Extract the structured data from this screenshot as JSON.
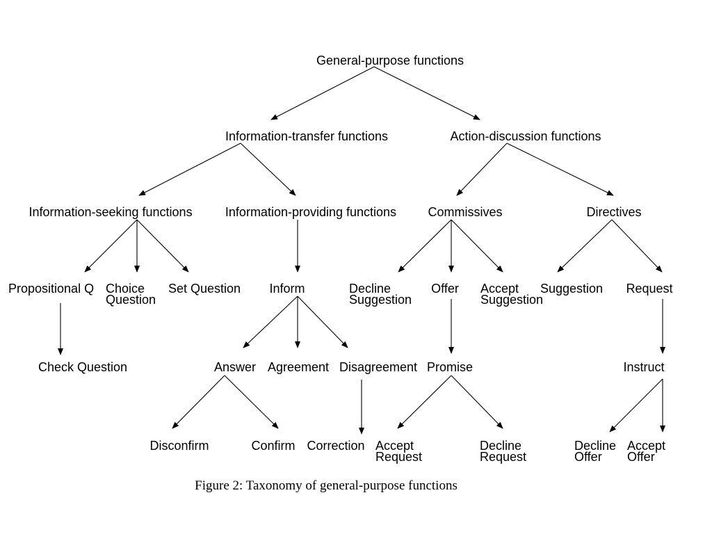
{
  "nodes": {
    "general": [
      "General-purpose functions"
    ],
    "info_transfer": [
      "Information-transfer functions"
    ],
    "action_discussion": [
      "Action-discussion functions"
    ],
    "info_seeking": [
      "Information-seeking functions"
    ],
    "info_providing": [
      "Information-providing functions"
    ],
    "commissives": [
      "Commissives"
    ],
    "directives": [
      "Directives"
    ],
    "propositional_q": [
      "Propositional Q"
    ],
    "choice_question": [
      "Choice",
      "Question"
    ],
    "set_question": [
      "Set Question"
    ],
    "inform": [
      "Inform"
    ],
    "decline_suggestion": [
      "Decline",
      "Suggestion"
    ],
    "offer": [
      "Offer"
    ],
    "accept_suggestion": [
      "Accept",
      "Suggestion"
    ],
    "suggestion": [
      "Suggestion"
    ],
    "request": [
      "Request"
    ],
    "check_question": [
      "Check Question"
    ],
    "answer": [
      "Answer"
    ],
    "agreement": [
      "Agreement"
    ],
    "disagreement": [
      "Disagreement"
    ],
    "promise": [
      "Promise"
    ],
    "instruct": [
      "Instruct"
    ],
    "disconfirm": [
      "Disconfirm"
    ],
    "confirm": [
      "Confirm"
    ],
    "correction": [
      "Correction"
    ],
    "accept_request": [
      "Accept",
      "Request"
    ],
    "decline_request": [
      "Decline",
      "Request"
    ],
    "decline_offer": [
      "Decline",
      "Offer"
    ],
    "accept_offer": [
      "Accept",
      "Offer"
    ]
  },
  "edges": [
    [
      "general",
      "info_transfer"
    ],
    [
      "general",
      "action_discussion"
    ],
    [
      "info_transfer",
      "info_seeking"
    ],
    [
      "info_transfer",
      "info_providing"
    ],
    [
      "action_discussion",
      "commissives"
    ],
    [
      "action_discussion",
      "directives"
    ],
    [
      "info_seeking",
      "propositional_q"
    ],
    [
      "info_seeking",
      "choice_question"
    ],
    [
      "info_seeking",
      "set_question"
    ],
    [
      "info_providing",
      "inform"
    ],
    [
      "commissives",
      "decline_suggestion"
    ],
    [
      "commissives",
      "offer"
    ],
    [
      "commissives",
      "accept_suggestion"
    ],
    [
      "directives",
      "suggestion"
    ],
    [
      "directives",
      "request"
    ],
    [
      "propositional_q",
      "check_question"
    ],
    [
      "inform",
      "answer"
    ],
    [
      "inform",
      "agreement"
    ],
    [
      "inform",
      "disagreement"
    ],
    [
      "offer",
      "promise"
    ],
    [
      "request",
      "instruct"
    ],
    [
      "answer",
      "disconfirm"
    ],
    [
      "answer",
      "confirm"
    ],
    [
      "disagreement",
      "correction"
    ],
    [
      "promise",
      "accept_request"
    ],
    [
      "promise",
      "decline_request"
    ],
    [
      "instruct",
      "decline_offer"
    ],
    [
      "instruct",
      "accept_offer"
    ]
  ],
  "caption": "Figure 2: Taxonomy of general-purpose functions"
}
